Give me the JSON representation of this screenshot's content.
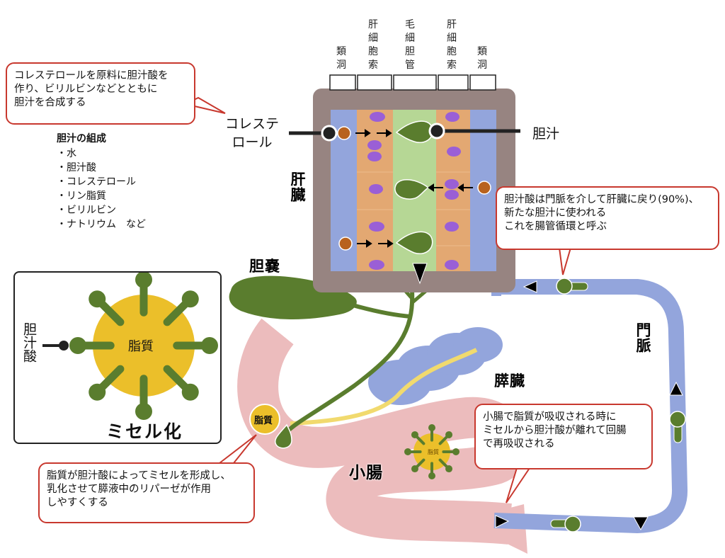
{
  "callouts": {
    "liver_function": "コレステロールを原料に胆汁酸を\n作り、ビリルビンなどとともに\n胆汁を合成する",
    "enterohepatic": "胆汁酸は門脈を介して肝臓に戻り(90%)、\n新たな胆汁に使われる\nこれを腸管循環と呼ぶ",
    "reabsorption": "小腸で脂質が吸収される時に\nミセルから胆汁酸が離れて回腸\nで再吸収される",
    "micelle_function": "脂質が胆汁酸によってミセルを形成し、\n乳化させて膵液中のリパーゼが作用\nしやすくする"
  },
  "bile_composition": {
    "title": "胆汁の組成",
    "items": [
      "・水",
      "・胆汁酸",
      "・コレステロール",
      "・リン脂質",
      "・ビリルビン",
      "・ナトリウム　など"
    ]
  },
  "liver_columns": [
    {
      "label": "類\n洞"
    },
    {
      "label": "肝\n細\n胞\n索"
    },
    {
      "label": "毛\n細\n胆\n管"
    },
    {
      "label": "肝\n細\n胞\n索"
    },
    {
      "label": "類\n洞"
    }
  ],
  "labels": {
    "cholesterol": "コレステ\nロール",
    "bile": "胆汁",
    "liver": "肝臓",
    "gallbladder": "胆嚢",
    "pancreas": "膵臓",
    "portal_vein": "門脈",
    "small_intestine": "小腸",
    "lipid": "脂質",
    "lipid_small": "脂質",
    "lipid_micelle_center": "脂質",
    "bile_acid": "胆汁酸",
    "micellization": "ミセル化"
  },
  "colors": {
    "liver_frame": "#978481",
    "sinusoid": "#93a5dc",
    "hepatocyte": "#e3a872",
    "canaliculus": "#b6d795",
    "nucleus": "#9a5fd6",
    "bile_green": "#5a7d2e",
    "cholesterol_brown": "#b8621e",
    "portal_vein": "#93a5dc",
    "intestine": "#ecbcbd",
    "lipid_yellow": "#ebbf2a",
    "pancreatic_duct": "#f1da6e",
    "callout_border": "#c8382e"
  }
}
